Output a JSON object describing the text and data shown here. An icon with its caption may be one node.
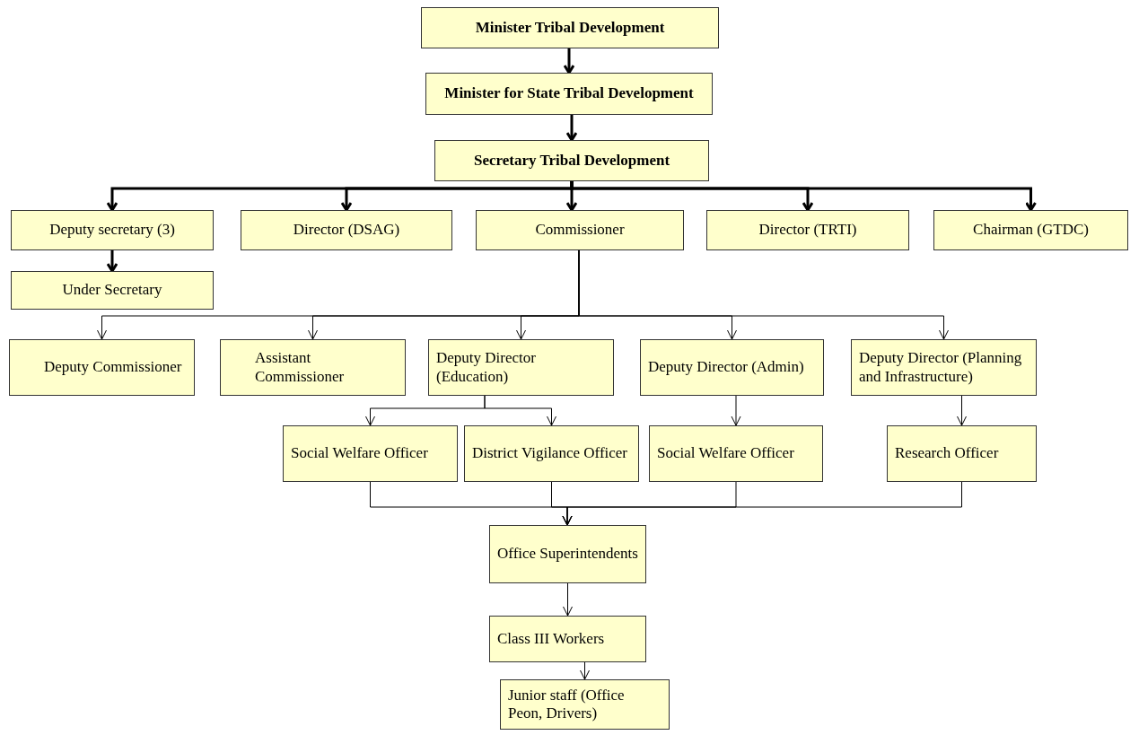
{
  "diagram": {
    "nodes": [
      {
        "text": [
          "Minister Tribal Development"
        ]
      },
      {
        "text": [
          "Minister for State Tribal Development"
        ]
      },
      {
        "text": [
          "Secretary Tribal Development"
        ]
      },
      {
        "text": [
          "Deputy secretary (3)"
        ]
      },
      {
        "text": [
          "Director (DSAG)"
        ]
      },
      {
        "text": [
          "Commissioner"
        ]
      },
      {
        "text": [
          "Director (TRTI)"
        ]
      },
      {
        "text": [
          "Chairman (GTDC)"
        ]
      },
      {
        "text": [
          "Under Secretary"
        ]
      },
      {
        "text": [
          "Deputy Commissioner"
        ]
      },
      {
        "text": [
          "Assistant Commissioner"
        ]
      },
      {
        "text": [
          "Deputy Director (Education)"
        ]
      },
      {
        "text": [
          "Deputy Director (Admin)"
        ]
      },
      {
        "text": [
          "Deputy Director (Planning and Infrastructure)"
        ]
      },
      {
        "text": [
          "Social Welfare Officer"
        ]
      },
      {
        "text": [
          "District Vigilance Officer"
        ]
      },
      {
        "text": [
          "Social Welfare Officer"
        ]
      },
      {
        "text": [
          "Research Officer"
        ]
      },
      {
        "text": [
          "Office Superintendents"
        ]
      },
      {
        "text": [
          "Class III Workers"
        ]
      },
      {
        "text": [
          "Junior staff (Office Peon, Drivers)"
        ]
      }
    ],
    "edges": [
      {
        "from": 0,
        "to": 1,
        "arrow": "to",
        "style": "thick"
      },
      {
        "from": 1,
        "to": 2,
        "arrow": "to",
        "style": "thick"
      },
      {
        "from": 2,
        "to": 3,
        "arrow": "to",
        "style": "thick"
      },
      {
        "from": 2,
        "to": 4,
        "arrow": "to",
        "style": "thick"
      },
      {
        "from": 2,
        "to": 5,
        "arrow": "to",
        "style": "thick"
      },
      {
        "from": 2,
        "to": 6,
        "arrow": "to",
        "style": "thick"
      },
      {
        "from": 2,
        "to": 7,
        "arrow": "to",
        "style": "thick"
      },
      {
        "from": 3,
        "to": 8,
        "arrow": "to",
        "style": "thick"
      },
      {
        "from": 5,
        "to": 9,
        "arrow": "to"
      },
      {
        "from": 5,
        "to": 10,
        "arrow": "to"
      },
      {
        "from": 5,
        "to": 11,
        "arrow": "to"
      },
      {
        "from": 5,
        "to": 12,
        "arrow": "to"
      },
      {
        "from": 5,
        "to": 13,
        "arrow": "to"
      },
      {
        "from": 11,
        "to": 14,
        "arrow": "to"
      },
      {
        "from": 11,
        "to": 15,
        "arrow": "to"
      },
      {
        "from": 12,
        "to": 16,
        "arrow": "to"
      },
      {
        "from": 13,
        "to": 17,
        "arrow": "to"
      },
      {
        "from": 14,
        "to": 18,
        "arrow": "to"
      },
      {
        "from": 15,
        "to": 18,
        "arrow": "to"
      },
      {
        "from": 16,
        "to": 18,
        "arrow": "to"
      },
      {
        "from": 17,
        "to": 18,
        "arrow": "to"
      },
      {
        "from": 18,
        "to": 19,
        "arrow": "to"
      },
      {
        "from": 19,
        "to": 20,
        "arrow": "to"
      }
    ]
  }
}
